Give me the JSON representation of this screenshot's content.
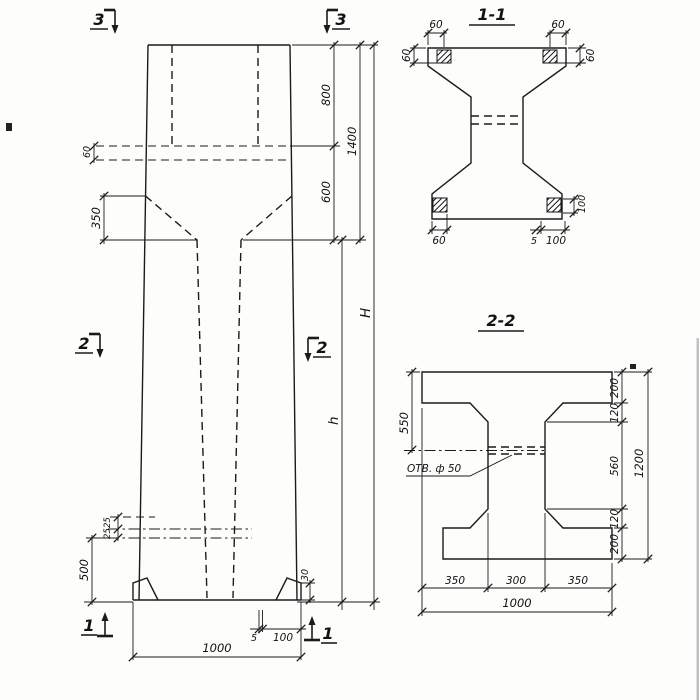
{
  "drawing": {
    "elevation": {
      "marks": {
        "top_left": "3",
        "top_right": "3",
        "mid_left": "2",
        "mid_right": "2",
        "bottom_left": "1",
        "bottom_right": "1"
      },
      "dims": {
        "plate_offset": "60",
        "taper_height": "350",
        "hole_offset_a": "25",
        "hole_offset_b": "25",
        "base_height": "500",
        "head_top": "800",
        "head_bottom": "600",
        "head_total": "1400",
        "overall_height": "H",
        "shaft_height": "h",
        "foot_height": "30",
        "foot_plate_thk": "5",
        "foot_plate_w": "100",
        "width": "1000"
      }
    },
    "section_1_1": {
      "title": "1-1",
      "dims": {
        "top_left_60": "60",
        "top_right_60": "60",
        "side_left_60": "60",
        "side_right_60": "60",
        "bottom_left_60": "60",
        "bottom_5": "5",
        "bottom_100": "100",
        "right_100": "100"
      }
    },
    "section_2_2": {
      "title": "2-2",
      "hole_label": "ОТВ. ф 50",
      "dims": {
        "web_to_top": "550",
        "flange_top": "200",
        "taper_top": "120",
        "web": "560",
        "taper_bottom": "120",
        "flange_bottom": "200",
        "total_height": "1200",
        "bottom_left": "350",
        "bottom_mid": "300",
        "bottom_right": "350",
        "total_width": "1000"
      }
    }
  }
}
